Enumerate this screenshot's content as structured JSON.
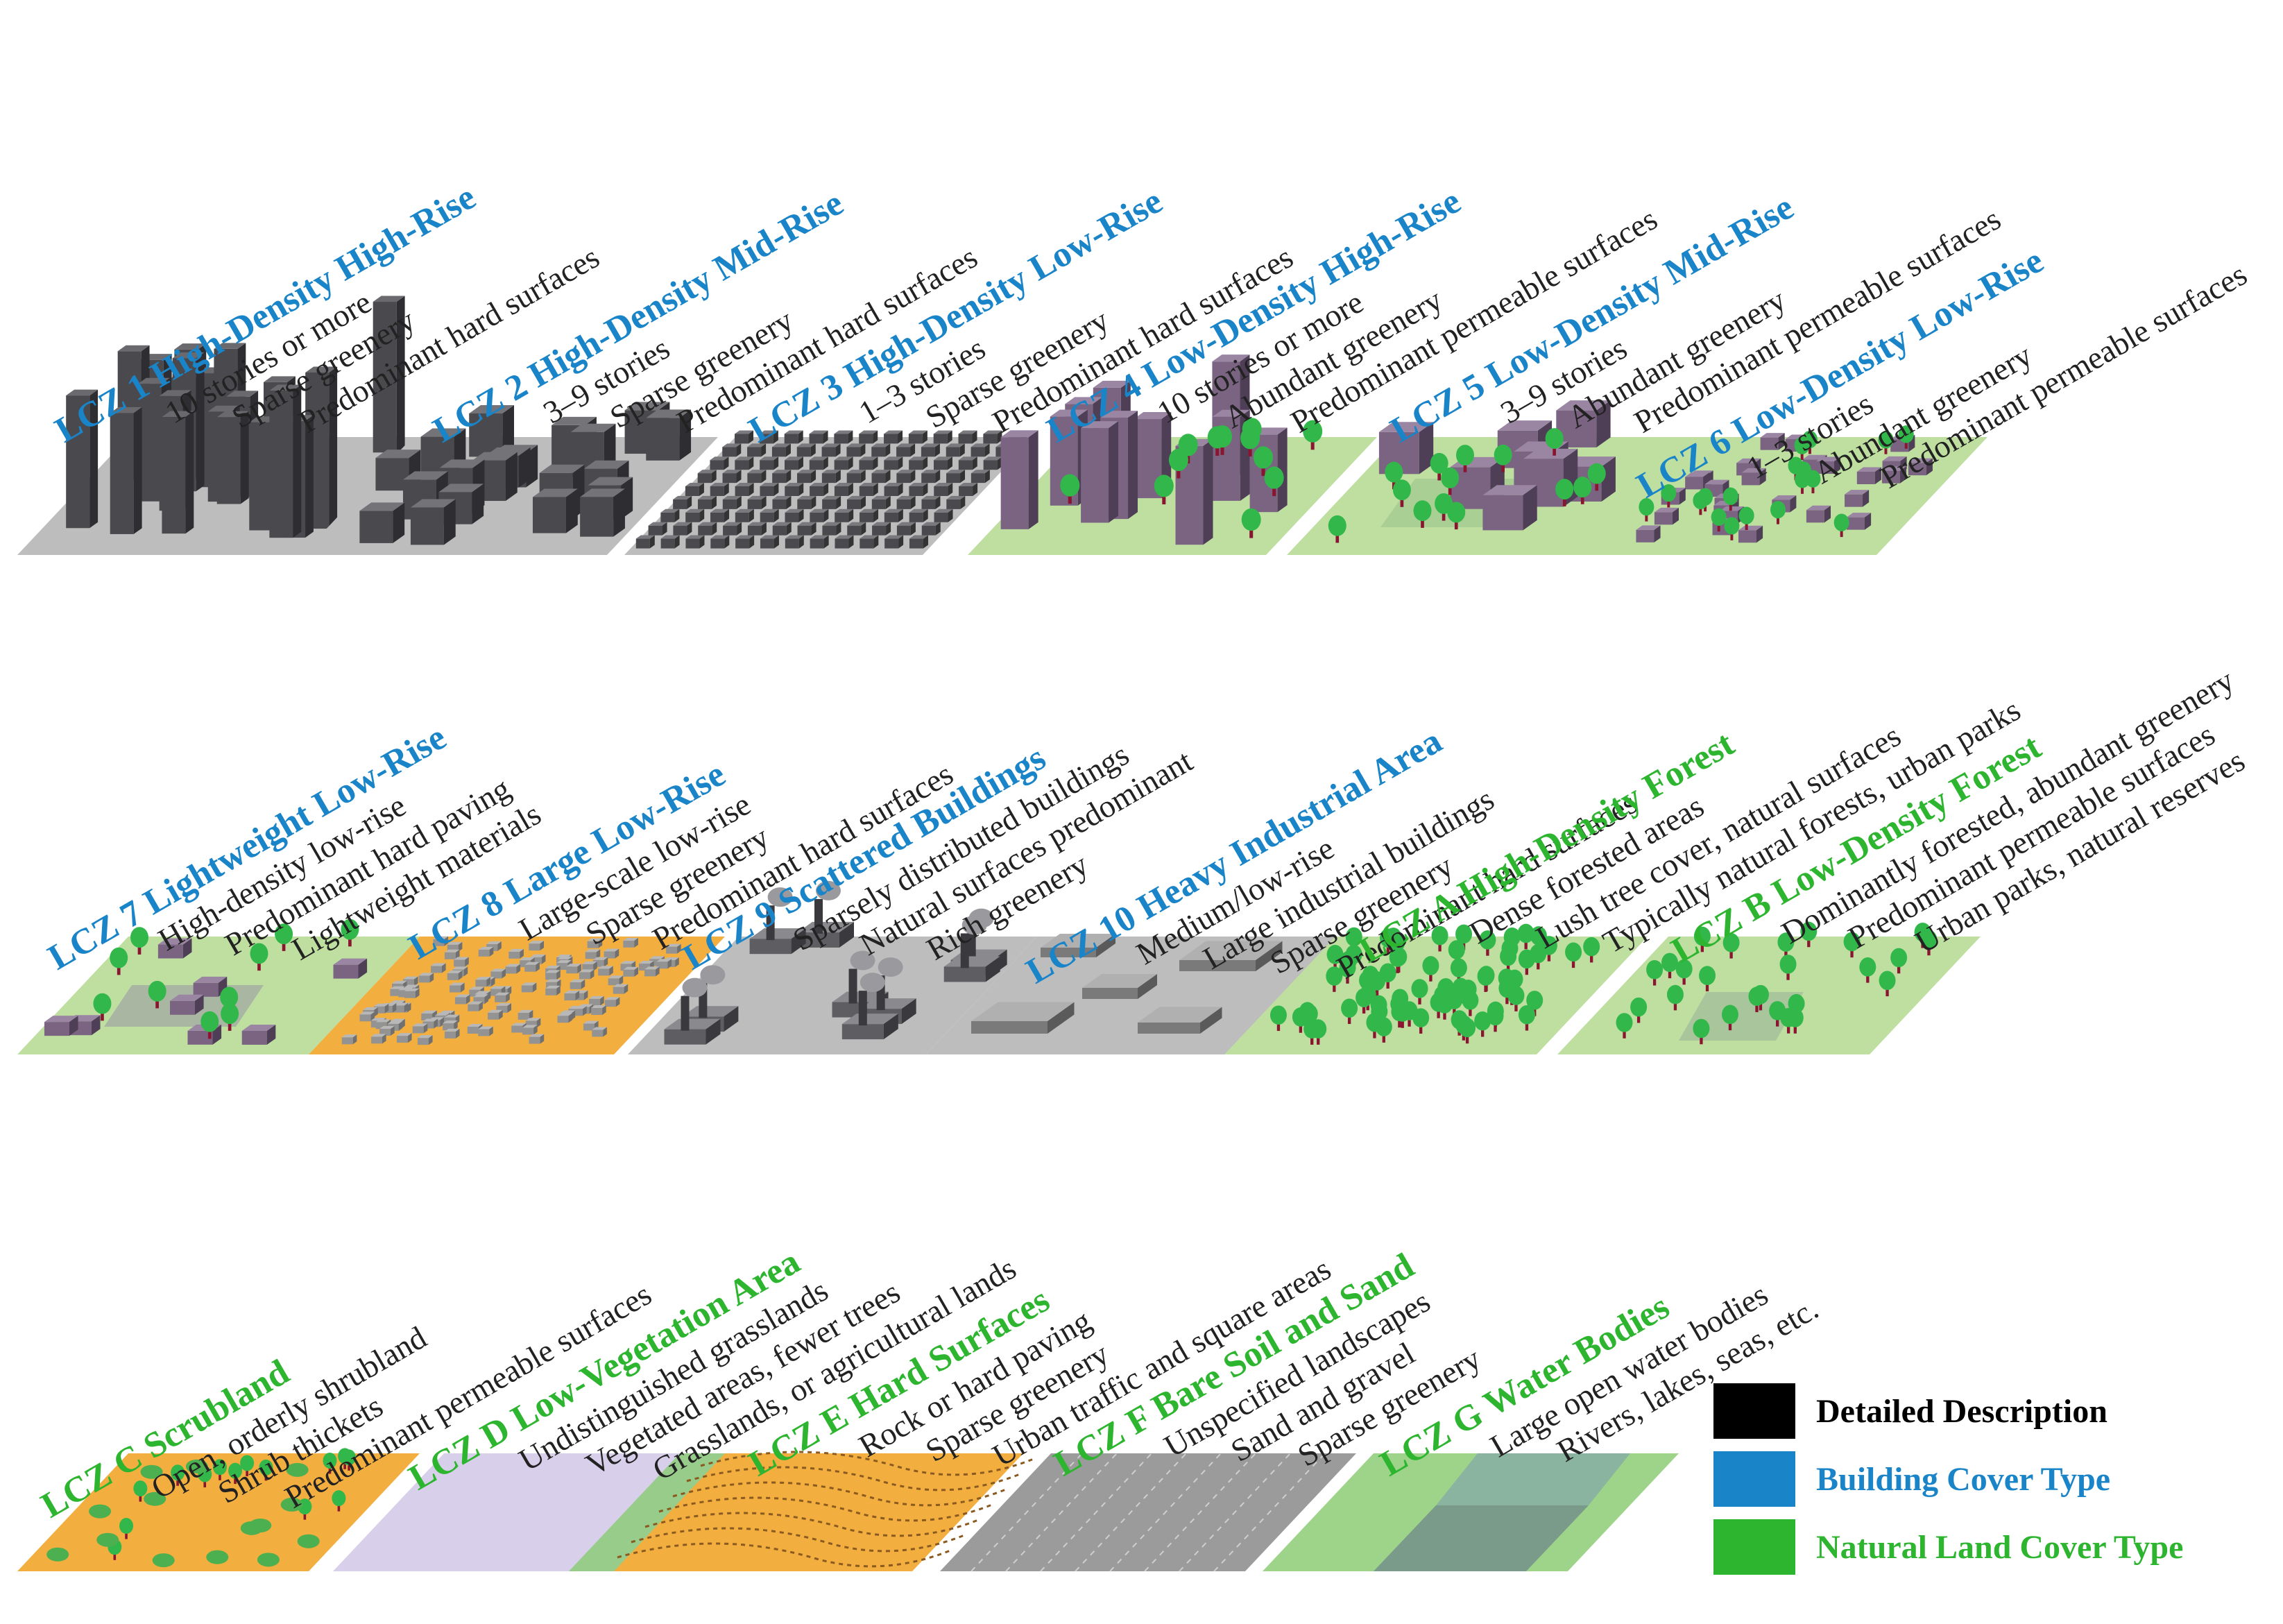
{
  "colors": {
    "building": "#1a84c8",
    "natural": "#2db52f",
    "description": "#000000",
    "tree_canopy": "#32b84a",
    "tree_trunk": "#8a1530",
    "ground_green": "#bedfa0",
    "ground_gray": "#bdbdbd",
    "ground_orange": "#f2ae3e",
    "ground_lavender": "#d8d0ea",
    "building_dark": "#4a4a4e",
    "building_purple": "#7a6482"
  },
  "zones": [
    {
      "id": "lcz1",
      "type": "building",
      "title": "LCZ 1 High-Density High-Rise",
      "lines": [
        "10 stories or more",
        "Sparse greenery",
        "Predominant hard surfaces"
      ]
    },
    {
      "id": "lcz2",
      "type": "building",
      "title": "LCZ 2 High-Density Mid-Rise",
      "lines": [
        "3–9 stories",
        "Sparse greenery",
        "Predominant hard surfaces"
      ]
    },
    {
      "id": "lcz3",
      "type": "building",
      "title": "LCZ 3 High-Density Low-Rise",
      "lines": [
        "1–3 stories",
        "Sparse greenery",
        "Predominant hard surfaces"
      ]
    },
    {
      "id": "lcz4",
      "type": "building",
      "title": "LCZ 4 Low-Density High-Rise",
      "lines": [
        "10 stories or more",
        "Abundant greenery",
        "Predominant permeable surfaces"
      ]
    },
    {
      "id": "lcz5",
      "type": "building",
      "title": "LCZ 5 Low-Density Mid-Rise",
      "lines": [
        "3–9 stories",
        "Abundant greenery",
        "Predominant permeable surfaces"
      ]
    },
    {
      "id": "lcz6",
      "type": "building",
      "title": "LCZ 6 Low-Density Low-Rise",
      "lines": [
        "1–3 stories",
        "Abundant greenery",
        "Predominant permeable surfaces"
      ]
    },
    {
      "id": "lcz7",
      "type": "building",
      "title": "LCZ 7 Lightweight Low-Rise",
      "lines": [
        "High-density low-rise",
        "Predominant hard paving",
        "Lightweight materials"
      ]
    },
    {
      "id": "lcz8",
      "type": "building",
      "title": "LCZ 8 Large Low-Rise",
      "lines": [
        "Large-scale low-rise",
        "Sparse greenery",
        "Predominant hard surfaces"
      ]
    },
    {
      "id": "lcz9",
      "type": "building",
      "title": "LCZ 9 Scattered Buildings",
      "lines": [
        "Sparsely distributed buildings",
        "Natural surfaces predominant",
        "Rich greenery"
      ]
    },
    {
      "id": "lcz10",
      "type": "building",
      "title": "LCZ 10 Heavy Industrial Area",
      "lines": [
        "Medium/low-rise",
        "Large industrial buildings",
        "Sparse greenery",
        "Predominant hard surfaces"
      ]
    },
    {
      "id": "lczA",
      "type": "natural",
      "title": "LCZ A High-Density Forest",
      "lines": [
        "Dense forested areas",
        "Lush tree cover, natural surfaces",
        "Typically natural forests, urban parks"
      ]
    },
    {
      "id": "lczB",
      "type": "natural",
      "title": "LCZ B Low-Density Forest",
      "lines": [
        "Dominantly forested, abundant greenery",
        "Predominant permeable surfaces",
        "Urban parks, natural reserves"
      ]
    },
    {
      "id": "lczC",
      "type": "natural",
      "title": "LCZ C Scrubland",
      "lines": [
        "Open, orderly shrubland",
        "Shrub thickets",
        "Predominant permeable surfaces"
      ]
    },
    {
      "id": "lczD",
      "type": "natural",
      "title": "LCZ D Low-Vegetation Area",
      "lines": [
        "Undistinguished grasslands",
        "Vegetated areas, fewer trees",
        "Grasslands, or agricultural lands"
      ]
    },
    {
      "id": "lczE",
      "type": "natural",
      "title": "LCZ E Hard Surfaces",
      "lines": [
        "Rock or hard paving",
        "Sparse greenery",
        "Urban traffic and square areas"
      ]
    },
    {
      "id": "lczF",
      "type": "natural",
      "title": "LCZ F Bare Soil and Sand",
      "lines": [
        "Unspecified landscapes",
        "Sand and gravel",
        "Sparse greenery"
      ]
    },
    {
      "id": "lczG",
      "type": "natural",
      "title": "LCZ G Water Bodies",
      "lines": [
        "Large open water bodies",
        "Rivers, lakes, seas, etc."
      ]
    }
  ],
  "legend": [
    {
      "label": "Detailed Description",
      "color": "#000000"
    },
    {
      "label": "Building Cover Type",
      "color": "#1a84c8"
    },
    {
      "label": "Natural Land Cover Type",
      "color": "#2db52f"
    }
  ]
}
